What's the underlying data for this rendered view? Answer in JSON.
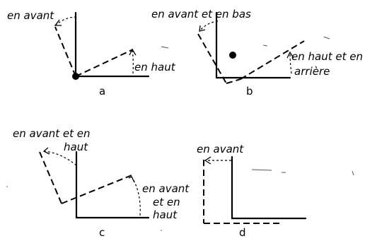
{
  "panels": {
    "a": {
      "caption": "a",
      "label_forward": "en avant",
      "label_up": "en haut"
    },
    "b": {
      "caption": "b",
      "label_forward_down": "en avant et en bas",
      "label_up_back_1": "en haut et en",
      "label_up_back_2": "arrière"
    },
    "c": {
      "caption": "c",
      "label_forward_up_1": "en avant et en",
      "label_forward_up_2": "haut",
      "label_right_1": "en avant",
      "label_right_2": "et en",
      "label_right_3": "haut"
    },
    "d": {
      "caption": "d",
      "label_forward": "en avant"
    }
  }
}
